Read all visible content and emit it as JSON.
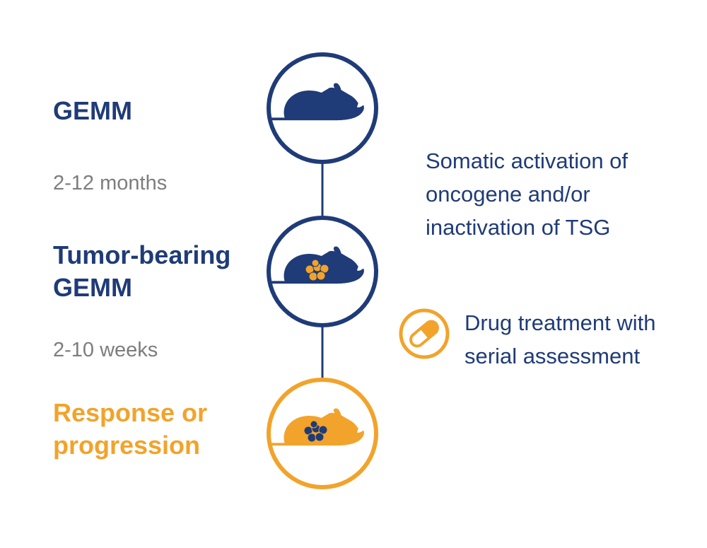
{
  "stages": [
    {
      "title": "GEMM",
      "color": "#1f3b78",
      "icon": "mouse-icon"
    },
    {
      "title": "Tumor-bearing GEMM",
      "color": "#1f3b78",
      "icon": "mouse-with-tumor-icon"
    },
    {
      "title": "Response or progression",
      "color": "#f2a32b",
      "icon": "mouse-with-dark-tumor-icon"
    }
  ],
  "durations": [
    "2-12 months",
    "2-10 weeks"
  ],
  "notes": [
    {
      "text": "Somatic activation of oncogene and/or inactivation of TSG"
    },
    {
      "text": "Drug treatment with serial assessment",
      "icon": "pill-capsule-icon"
    }
  ],
  "colors": {
    "navy": "#1f3b78",
    "orange": "#f2a32b",
    "gray": "#7d7d7d"
  }
}
